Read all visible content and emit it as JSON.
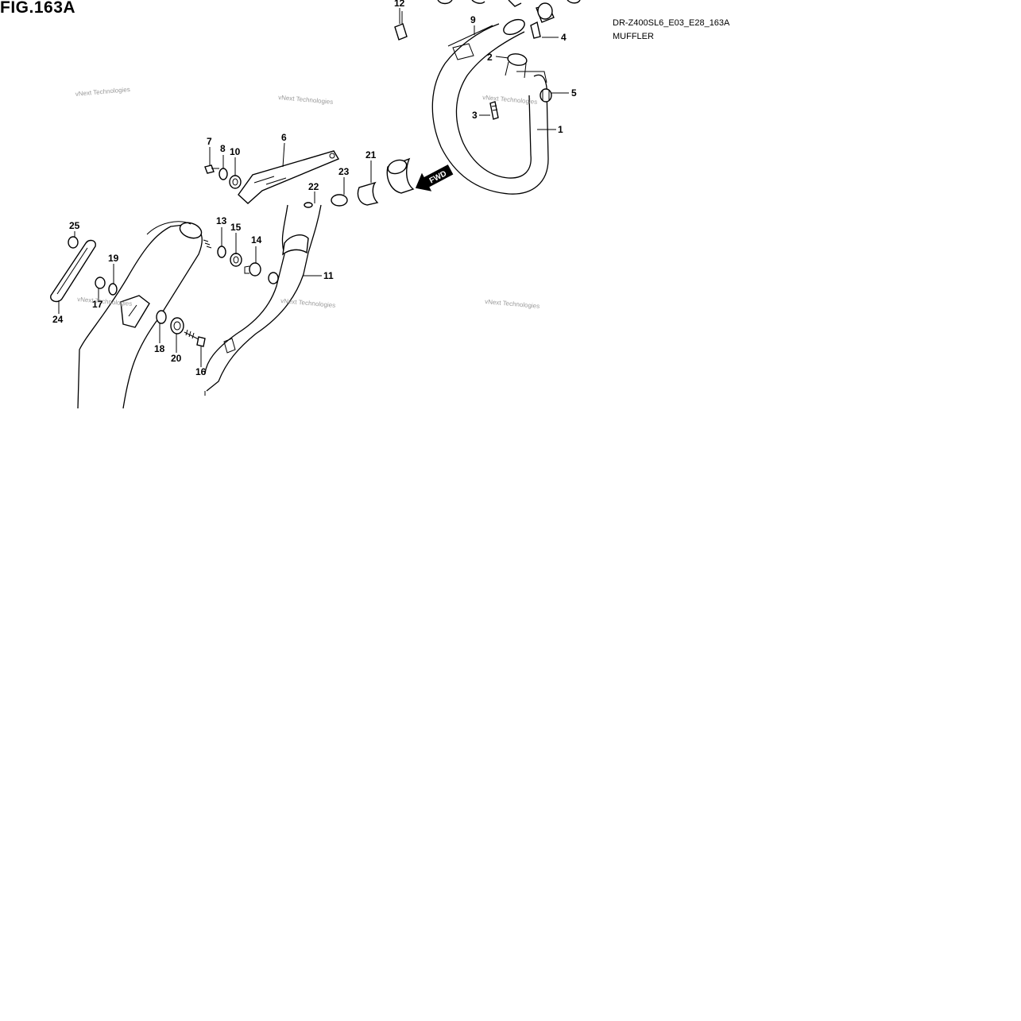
{
  "figure": {
    "title": "FIG.163A",
    "code": "DR-Z400SL6_E03_E28_163A",
    "name": "MUFFLER"
  },
  "watermark": "vNext Technologies",
  "fwd_label": "FWD",
  "callouts": [
    {
      "id": "c1",
      "label": "1"
    },
    {
      "id": "c2",
      "label": "2"
    },
    {
      "id": "c3",
      "label": "3"
    },
    {
      "id": "c4",
      "label": "4"
    },
    {
      "id": "c5",
      "label": "5"
    },
    {
      "id": "c6",
      "label": "6"
    },
    {
      "id": "c7",
      "label": "7"
    },
    {
      "id": "c8",
      "label": "8"
    },
    {
      "id": "c9",
      "label": "9"
    },
    {
      "id": "c10",
      "label": "10"
    },
    {
      "id": "c11",
      "label": "11"
    },
    {
      "id": "c12",
      "label": "12"
    },
    {
      "id": "c13",
      "label": "13"
    },
    {
      "id": "c14",
      "label": "14"
    },
    {
      "id": "c15",
      "label": "15"
    },
    {
      "id": "c16",
      "label": "16"
    },
    {
      "id": "c17",
      "label": "17"
    },
    {
      "id": "c18",
      "label": "18"
    },
    {
      "id": "c19",
      "label": "19"
    },
    {
      "id": "c20",
      "label": "20"
    },
    {
      "id": "c21",
      "label": "21"
    },
    {
      "id": "c22",
      "label": "22"
    },
    {
      "id": "c23",
      "label": "23"
    },
    {
      "id": "c24",
      "label": "24"
    },
    {
      "id": "c25",
      "label": "25"
    }
  ]
}
